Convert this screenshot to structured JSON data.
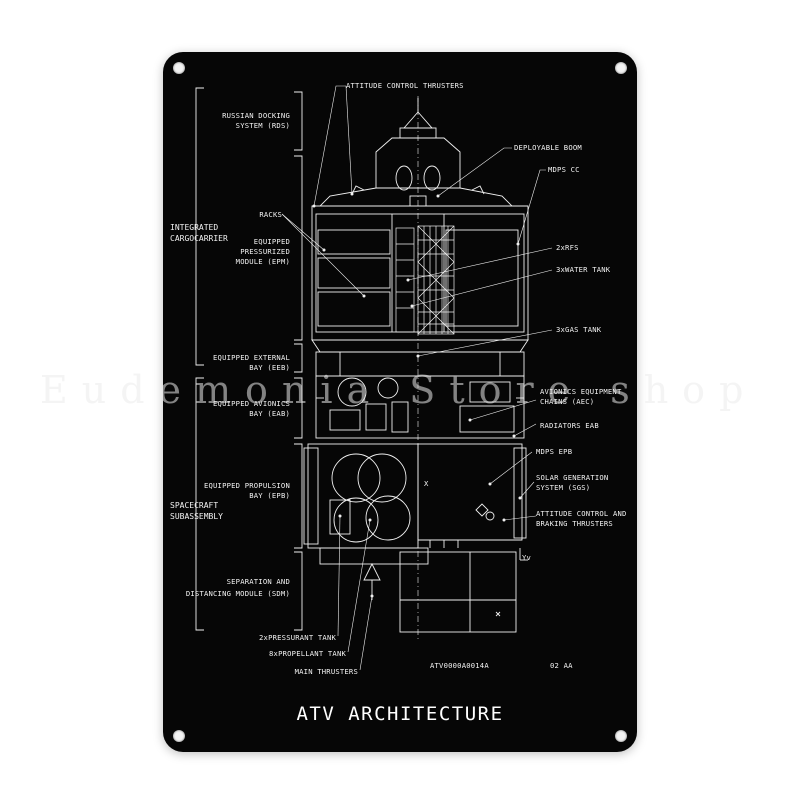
{
  "diagram": {
    "title": "ATV ARCHITECTURE",
    "doc_number": "ATV0000A0014A",
    "revision": "02  AA",
    "axis_x": "X",
    "axis_y": "Yv",
    "groups": {
      "integrated": [
        "INTEGRATED",
        "CARGOCARRIER"
      ],
      "spacecraft": [
        "SPACECRAFT",
        "SUBASSEMBLY"
      ]
    },
    "left_labels": {
      "rds": [
        "RUSSIAN DOCKING",
        "SYSTEM (RDS)"
      ],
      "racks": "RACKS",
      "epm": [
        "EQUIPPED",
        "PRESSURIZED",
        "MODULE (EPM)"
      ],
      "eeb": [
        "EQUIPPED EXTERNAL",
        "BAY (EEB)"
      ],
      "eab": [
        "EQUIPPED AVIONICS",
        "BAY (EAB)"
      ],
      "epb": [
        "EQUIPPED PROPULSION",
        "BAY (EPB)"
      ],
      "sdm": [
        "SEPARATION AND",
        "DISTANCING MODULE (SDM)"
      ],
      "pressurant": "2xPRESSURANT TANK",
      "propellant": "8xPROPELLANT TANK",
      "main_thrusters": "MAIN THRUSTERS"
    },
    "right_labels": {
      "act_top": "ATTITUDE CONTROL THRUSTERS",
      "boom": "DEPLOYABLE BOOM",
      "mdps_cc": "MDPS CC",
      "rfs": "2xRFS",
      "water": "3xWATER TANK",
      "gas": "3xGAS TANK",
      "aec": [
        "AVIONICS EQUIPMENT",
        "CHAINS (AEC)"
      ],
      "radiators": "RADIATORS EAB",
      "mdps_epb": "MDPS EPB",
      "sgs": [
        "SOLAR GENERATION",
        "SYSTEM (SGS)"
      ],
      "act_brake": [
        "ATTITUDE CONTROL AND",
        "BRAKING THRUSTERS"
      ]
    }
  },
  "watermark": "Eudemonia Store shop",
  "colors": {
    "plate": "#060606",
    "ink": "#f2f2f2",
    "background": "#ffffff"
  }
}
